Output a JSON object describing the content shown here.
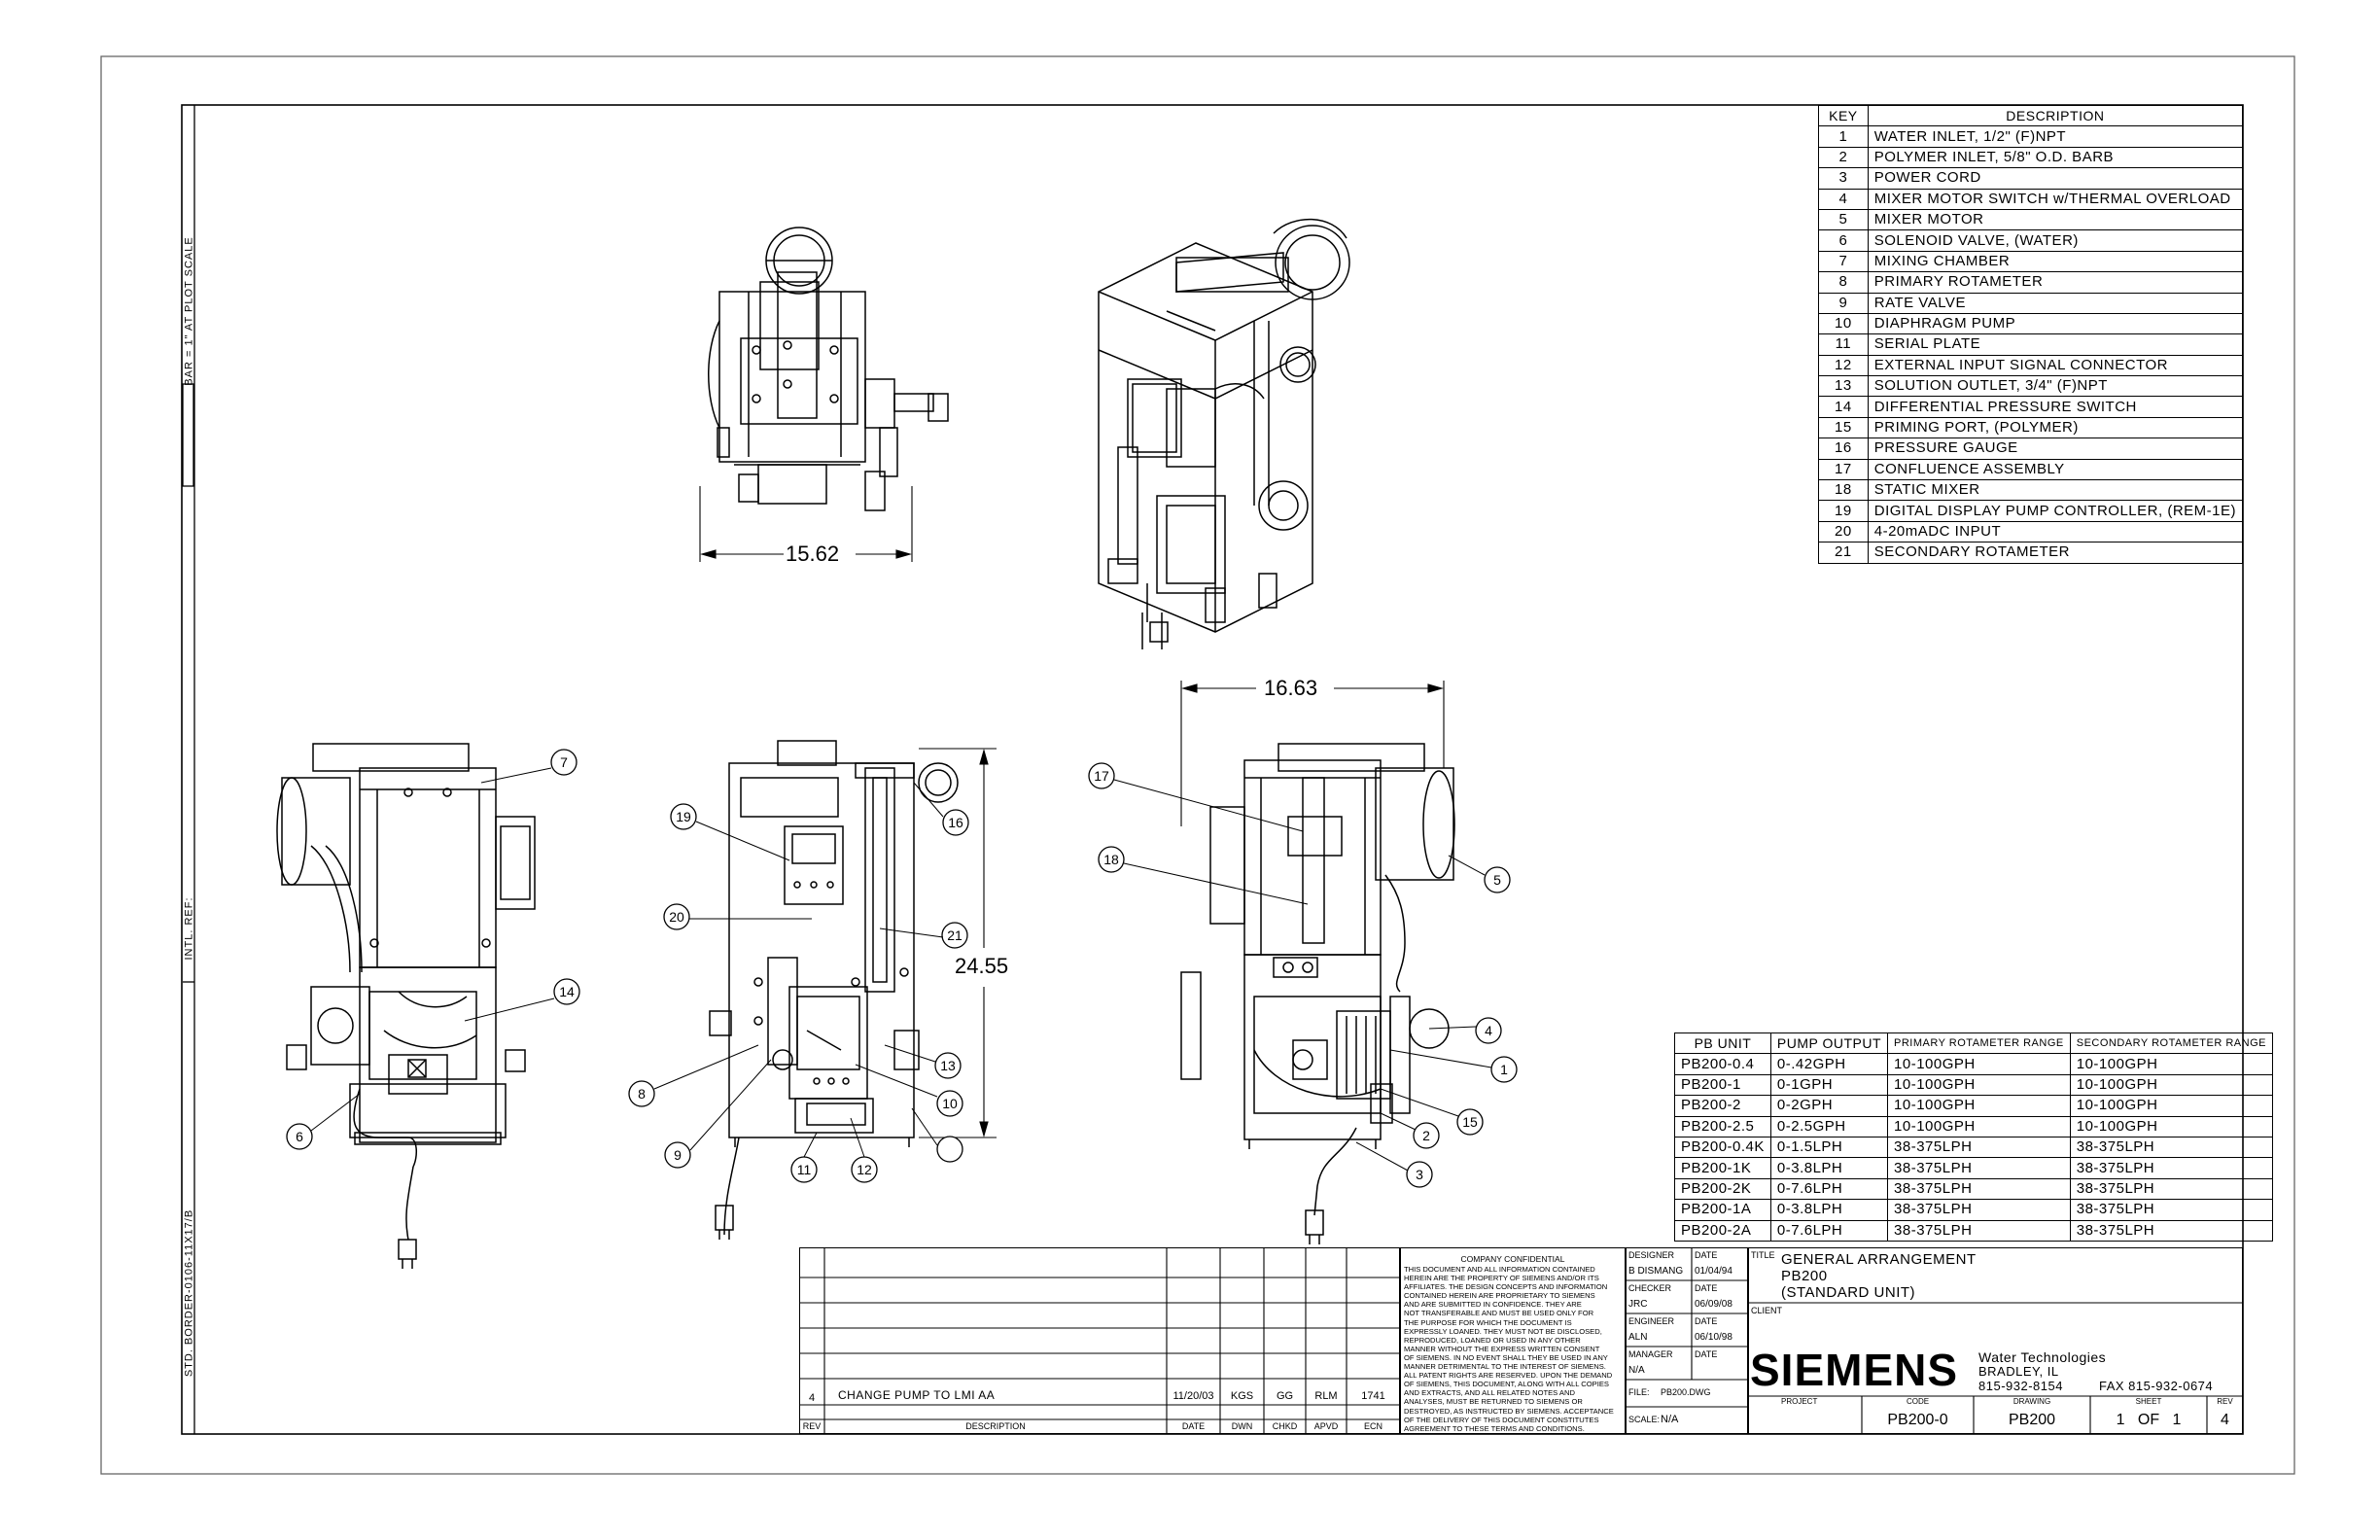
{
  "left_margin": {
    "bar_label": "BAR = 1\" AT PLOT SCALE",
    "intl_ref": "INTL. REF:",
    "std_border": "STD. BORDER-0106-11X17/B"
  },
  "dimensions": {
    "top_width": "15.62",
    "front_width": "16.63",
    "height": "24.55"
  },
  "balloons": [
    "1",
    "2",
    "3",
    "4",
    "5",
    "6",
    "7",
    "8",
    "9",
    "10",
    "11",
    "12",
    "13",
    "14",
    "15",
    "16",
    "17",
    "18",
    "19",
    "20",
    "21"
  ],
  "key_table": {
    "header": {
      "key": "KEY",
      "description": "DESCRIPTION"
    },
    "rows": [
      {
        "key": "1",
        "description": "WATER INLET, 1/2\" (F)NPT"
      },
      {
        "key": "2",
        "description": "POLYMER INLET, 5/8\" O.D. BARB"
      },
      {
        "key": "3",
        "description": "POWER CORD"
      },
      {
        "key": "4",
        "description": "MIXER MOTOR SWITCH w/THERMAL OVERLOAD"
      },
      {
        "key": "5",
        "description": "MIXER MOTOR"
      },
      {
        "key": "6",
        "description": "SOLENOID VALVE, (WATER)"
      },
      {
        "key": "7",
        "description": "MIXING CHAMBER"
      },
      {
        "key": "8",
        "description": "PRIMARY ROTAMETER"
      },
      {
        "key": "9",
        "description": "RATE VALVE"
      },
      {
        "key": "10",
        "description": "DIAPHRAGM PUMP"
      },
      {
        "key": "11",
        "description": "SERIAL PLATE"
      },
      {
        "key": "12",
        "description": "EXTERNAL INPUT SIGNAL CONNECTOR"
      },
      {
        "key": "13",
        "description": "SOLUTION OUTLET, 3/4\" (F)NPT"
      },
      {
        "key": "14",
        "description": "DIFFERENTIAL PRESSURE SWITCH"
      },
      {
        "key": "15",
        "description": "PRIMING PORT, (POLYMER)"
      },
      {
        "key": "16",
        "description": "PRESSURE GAUGE"
      },
      {
        "key": "17",
        "description": "CONFLUENCE ASSEMBLY"
      },
      {
        "key": "18",
        "description": "STATIC MIXER"
      },
      {
        "key": "19",
        "description": "DIGITAL DISPLAY PUMP CONTROLLER, (REM-1E)"
      },
      {
        "key": "20",
        "description": "4-20mADC INPUT"
      },
      {
        "key": "21",
        "description": "SECONDARY ROTAMETER"
      }
    ]
  },
  "pb_table": {
    "header": [
      "PB UNIT",
      "PUMP OUTPUT",
      "PRIMARY ROTAMETER RANGE",
      "SECONDARY ROTAMETER RANGE"
    ],
    "rows": [
      [
        "PB200-0.4",
        "0-.42GPH",
        "10-100GPH",
        "10-100GPH"
      ],
      [
        "PB200-1",
        "0-1GPH",
        "10-100GPH",
        "10-100GPH"
      ],
      [
        "PB200-2",
        "0-2GPH",
        "10-100GPH",
        "10-100GPH"
      ],
      [
        "PB200-2.5",
        "0-2.5GPH",
        "10-100GPH",
        "10-100GPH"
      ],
      [
        "PB200-0.4K",
        "0-1.5LPH",
        "38-375LPH",
        "38-375LPH"
      ],
      [
        "PB200-1K",
        "0-3.8LPH",
        "38-375LPH",
        "38-375LPH"
      ],
      [
        "PB200-2K",
        "0-7.6LPH",
        "38-375LPH",
        "38-375LPH"
      ],
      [
        "PB200-1A",
        "0-3.8LPH",
        "38-375LPH",
        "38-375LPH"
      ],
      [
        "PB200-2A",
        "0-7.6LPH",
        "38-375LPH",
        "38-375LPH"
      ]
    ]
  },
  "revision_block": {
    "entry": {
      "rev": "4",
      "description": "CHANGE PUMP TO LMI AA",
      "date": "11/20/03",
      "dwn": "KGS",
      "chkd": "GG",
      "apvd": "RLM",
      "ecn": "1741"
    },
    "footer": {
      "rev": "REV",
      "description": "DESCRIPTION",
      "date": "DATE",
      "dwn": "DWN",
      "chkd": "CHKD",
      "apvd": "APVD",
      "ecn": "ECN"
    }
  },
  "confidential": {
    "title": "COMPANY CONFIDENTIAL",
    "lines": [
      "THIS DOCUMENT AND ALL INFORMATION CONTAINED",
      "HEREIN ARE THE PROPERTY OF SIEMENS AND/OR ITS",
      "AFFILIATES. THE DESIGN CONCEPTS AND INFORMATION",
      "CONTAINED HEREIN ARE PROPRIETARY TO SIEMENS",
      "AND ARE SUBMITTED IN CONFIDENCE. THEY ARE",
      "NOT TRANSFERABLE AND MUST BE USED ONLY FOR",
      "THE PURPOSE FOR WHICH THE DOCUMENT IS",
      "EXPRESSLY LOANED. THEY MUST NOT BE DISCLOSED,",
      "REPRODUCED, LOANED OR USED IN ANY OTHER",
      "MANNER WITHOUT THE EXPRESS WRITTEN CONSENT",
      "OF SIEMENS. IN NO EVENT SHALL THEY BE USED IN ANY",
      "MANNER DETRIMENTAL TO THE INTEREST OF SIEMENS.",
      "ALL PATENT RIGHTS ARE RESERVED. UPON THE DEMAND",
      "OF SIEMENS, THIS DOCUMENT, ALONG WITH ALL COPIES",
      "AND EXTRACTS, AND ALL RELATED NOTES AND",
      "ANALYSES, MUST BE RETURNED TO SIEMENS OR",
      "DESTROYED, AS INSTRUCTED BY SIEMENS. ACCEPTANCE",
      "OF THE DELIVERY OF THIS DOCUMENT CONSTITUTES",
      "AGREEMENT TO THESE TERMS AND CONDITIONS."
    ]
  },
  "signoff": {
    "designer_label": "DESIGNER",
    "designer": "B DISMANG",
    "designer_date_label": "DATE",
    "designer_date": "01/04/94",
    "checker_label": "CHECKER",
    "checker": "JRC",
    "checker_date_label": "DATE",
    "checker_date": "06/09/08",
    "engineer_label": "ENGINEER",
    "engineer": "ALN",
    "engineer_date_label": "DATE",
    "engineer_date": "06/10/98",
    "manager_label": "MANAGER",
    "manager": "N/A",
    "manager_date_label": "DATE",
    "manager_date": "",
    "file_label": "FILE:",
    "file": "PB200.DWG",
    "scale_label": "SCALE:",
    "scale": "N/A"
  },
  "title_block": {
    "title_label": "TITLE",
    "title_lines": [
      "GENERAL ARRANGEMENT",
      "PB200",
      "(STANDARD UNIT)"
    ],
    "client_label": "CLIENT",
    "company": "SIEMENS",
    "division": "Water Technologies",
    "location": "BRADLEY, IL",
    "phone": "815-932-8154",
    "fax": "FAX 815-932-0674",
    "project_label": "PROJECT",
    "project": "",
    "code_label": "CODE",
    "code": "PB200-0",
    "drawing_label": "DRAWING",
    "drawing": "PB200",
    "sheet_label": "SHEET",
    "sheet": "1   OF   1",
    "rev_label": "REV",
    "rev": "4"
  }
}
